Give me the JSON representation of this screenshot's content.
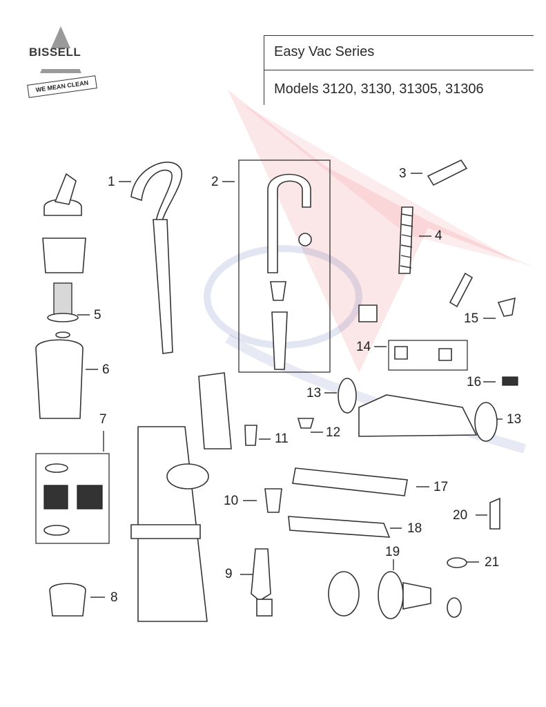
{
  "brand": {
    "name": "BISSELL",
    "tagline": "WE MEAN CLEAN"
  },
  "header": {
    "series": "Easy Vac Series",
    "models": "Models 3120, 3130, 31305, 31306"
  },
  "parts": [
    {
      "number": "1"
    },
    {
      "number": "2"
    },
    {
      "number": "3"
    },
    {
      "number": "4"
    },
    {
      "number": "5"
    },
    {
      "number": "6"
    },
    {
      "number": "7"
    },
    {
      "number": "8"
    },
    {
      "number": "9"
    },
    {
      "number": "10"
    },
    {
      "number": "11"
    },
    {
      "number": "12"
    },
    {
      "number": "13"
    },
    {
      "number": "13"
    },
    {
      "number": "14"
    },
    {
      "number": "15"
    },
    {
      "number": "16"
    },
    {
      "number": "17"
    },
    {
      "number": "18"
    },
    {
      "number": "19"
    },
    {
      "number": "20"
    },
    {
      "number": "21"
    }
  ],
  "colors": {
    "watermark_red": "#e8474d",
    "watermark_blue": "#3a4fa8",
    "line": "#333333"
  }
}
